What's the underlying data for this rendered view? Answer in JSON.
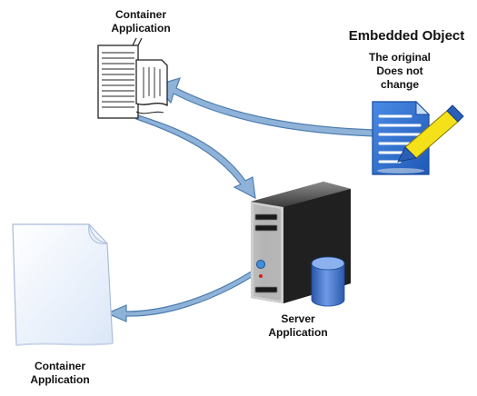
{
  "labels": {
    "top_container": [
      "Container",
      "Application"
    ],
    "embedded_title": "Embedded Object",
    "original_note": [
      "The original",
      "Does not",
      "change"
    ],
    "server": [
      "Server",
      "Application"
    ],
    "bottom_container": [
      "Container",
      "Application"
    ]
  },
  "icons": {
    "top_container": "printed-document-stack-icon",
    "embedded_object": "blue-document-with-pen-icon",
    "server": "server-tower-icon",
    "database": "database-cylinder-icon",
    "bottom_container": "blank-page-icon"
  },
  "colors": {
    "arrow_fill": "#8fb3d8",
    "arrow_stroke": "#4f7eb0",
    "document_blue": "#2e6fd0",
    "pen_yellow": "#f4e11a",
    "server_dark": "#1d1d1d",
    "cylinder_blue": "#3f70c8"
  }
}
